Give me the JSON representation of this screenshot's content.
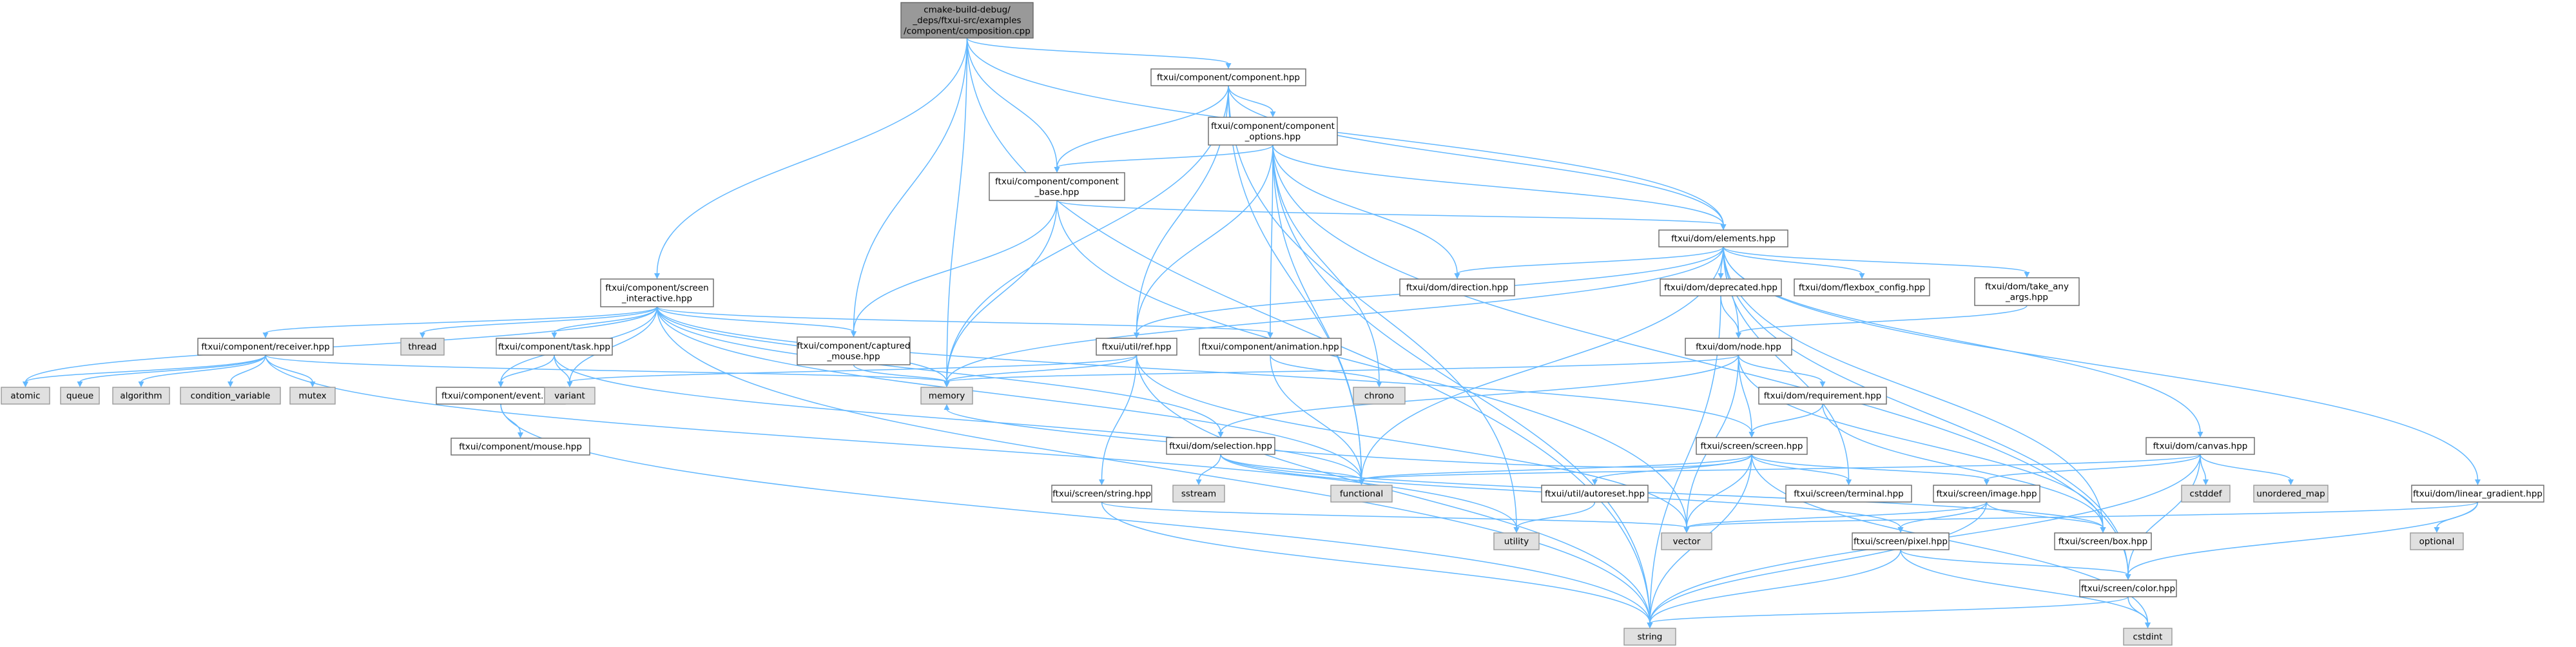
{
  "diagram": {
    "type": "include-dependency-graph",
    "colors": {
      "edge": "#63b8ff",
      "root_fill": "#999999",
      "root_stroke": "#666666",
      "node_fill": "#ffffff",
      "node_stroke": "#666666",
      "system_fill": "#e0e0e0",
      "system_stroke": "#999999"
    },
    "nodes": [
      {
        "id": "root",
        "kind": "root",
        "lines": [
          "cmake-build-debug/",
          "_deps/ftxui-src/examples",
          "/component/composition.cpp"
        ]
      },
      {
        "id": "component",
        "kind": "header",
        "lines": [
          "ftxui/component/component.hpp"
        ]
      },
      {
        "id": "component_options",
        "kind": "header",
        "lines": [
          "ftxui/component/component",
          "_options.hpp"
        ]
      },
      {
        "id": "component_base",
        "kind": "header",
        "lines": [
          "ftxui/component/component",
          "_base.hpp"
        ]
      },
      {
        "id": "elements",
        "kind": "header",
        "lines": [
          "ftxui/dom/elements.hpp"
        ]
      },
      {
        "id": "screen_interactive",
        "kind": "header",
        "lines": [
          "ftxui/component/screen",
          "_interactive.hpp"
        ]
      },
      {
        "id": "direction",
        "kind": "header",
        "lines": [
          "ftxui/dom/direction.hpp"
        ]
      },
      {
        "id": "deprecated",
        "kind": "header",
        "lines": [
          "ftxui/dom/deprecated.hpp"
        ]
      },
      {
        "id": "flexbox_config",
        "kind": "header",
        "lines": [
          "ftxui/dom/flexbox_config.hpp"
        ]
      },
      {
        "id": "take_any_args",
        "kind": "header",
        "lines": [
          "ftxui/dom/take_any",
          "_args.hpp"
        ]
      },
      {
        "id": "receiver",
        "kind": "header",
        "lines": [
          "ftxui/component/receiver.hpp"
        ]
      },
      {
        "id": "task",
        "kind": "header",
        "lines": [
          "ftxui/component/task.hpp"
        ]
      },
      {
        "id": "captured_mouse",
        "kind": "header",
        "lines": [
          "ftxui/component/captured",
          "_mouse.hpp"
        ]
      },
      {
        "id": "ref",
        "kind": "header",
        "lines": [
          "ftxui/util/ref.hpp"
        ]
      },
      {
        "id": "animation",
        "kind": "header",
        "lines": [
          "ftxui/component/animation.hpp"
        ]
      },
      {
        "id": "node",
        "kind": "header",
        "lines": [
          "ftxui/dom/node.hpp"
        ]
      },
      {
        "id": "event",
        "kind": "header",
        "lines": [
          "ftxui/component/event.hpp"
        ]
      },
      {
        "id": "mouse",
        "kind": "header",
        "lines": [
          "ftxui/component/mouse.hpp"
        ]
      },
      {
        "id": "requirement",
        "kind": "header",
        "lines": [
          "ftxui/dom/requirement.hpp"
        ]
      },
      {
        "id": "selection",
        "kind": "header",
        "lines": [
          "ftxui/dom/selection.hpp"
        ]
      },
      {
        "id": "screen",
        "kind": "header",
        "lines": [
          "ftxui/screen/screen.hpp"
        ]
      },
      {
        "id": "canvas",
        "kind": "header",
        "lines": [
          "ftxui/dom/canvas.hpp"
        ]
      },
      {
        "id": "screen_string",
        "kind": "header",
        "lines": [
          "ftxui/screen/string.hpp"
        ]
      },
      {
        "id": "autoreset",
        "kind": "header",
        "lines": [
          "ftxui/util/autoreset.hpp"
        ]
      },
      {
        "id": "terminal",
        "kind": "header",
        "lines": [
          "ftxui/screen/terminal.hpp"
        ]
      },
      {
        "id": "image",
        "kind": "header",
        "lines": [
          "ftxui/screen/image.hpp"
        ]
      },
      {
        "id": "linear_gradient",
        "kind": "header",
        "lines": [
          "ftxui/dom/linear_gradient.hpp"
        ]
      },
      {
        "id": "box",
        "kind": "header",
        "lines": [
          "ftxui/screen/box.hpp"
        ]
      },
      {
        "id": "pixel",
        "kind": "header",
        "lines": [
          "ftxui/screen/pixel.hpp"
        ]
      },
      {
        "id": "color",
        "kind": "header",
        "lines": [
          "ftxui/screen/color.hpp"
        ]
      },
      {
        "id": "atomic",
        "kind": "system",
        "lines": [
          "atomic"
        ]
      },
      {
        "id": "queue",
        "kind": "system",
        "lines": [
          "queue"
        ]
      },
      {
        "id": "algorithm",
        "kind": "system",
        "lines": [
          "algorithm"
        ]
      },
      {
        "id": "condition_variable",
        "kind": "system",
        "lines": [
          "condition_variable"
        ]
      },
      {
        "id": "mutex",
        "kind": "system",
        "lines": [
          "mutex"
        ]
      },
      {
        "id": "thread",
        "kind": "system",
        "lines": [
          "thread"
        ]
      },
      {
        "id": "variant",
        "kind": "system",
        "lines": [
          "variant"
        ]
      },
      {
        "id": "memory",
        "kind": "system",
        "lines": [
          "memory"
        ]
      },
      {
        "id": "chrono",
        "kind": "system",
        "lines": [
          "chrono"
        ]
      },
      {
        "id": "functional",
        "kind": "system",
        "lines": [
          "functional"
        ]
      },
      {
        "id": "sstream",
        "kind": "system",
        "lines": [
          "sstream"
        ]
      },
      {
        "id": "cstddef",
        "kind": "system",
        "lines": [
          "cstddef"
        ]
      },
      {
        "id": "unordered_map",
        "kind": "system",
        "lines": [
          "unordered_map"
        ]
      },
      {
        "id": "optional",
        "kind": "system",
        "lines": [
          "optional"
        ]
      },
      {
        "id": "utility",
        "kind": "system",
        "lines": [
          "utility"
        ]
      },
      {
        "id": "vector",
        "kind": "system",
        "lines": [
          "vector"
        ]
      },
      {
        "id": "string",
        "kind": "system",
        "lines": [
          "string"
        ]
      },
      {
        "id": "cstdint",
        "kind": "system",
        "lines": [
          "cstdint"
        ]
      }
    ],
    "edges": [
      [
        "root",
        "component"
      ],
      [
        "root",
        "component_base"
      ],
      [
        "root",
        "elements"
      ],
      [
        "root",
        "screen_interactive"
      ],
      [
        "root",
        "captured_mouse"
      ],
      [
        "root",
        "memory"
      ],
      [
        "root",
        "string"
      ],
      [
        "component",
        "component_options"
      ],
      [
        "component",
        "component_base"
      ],
      [
        "component",
        "elements"
      ],
      [
        "component",
        "ref"
      ],
      [
        "component",
        "memory"
      ],
      [
        "component",
        "functional"
      ],
      [
        "component",
        "utility"
      ],
      [
        "component_options",
        "component_base"
      ],
      [
        "component_options",
        "elements"
      ],
      [
        "component_options",
        "direction"
      ],
      [
        "component_options",
        "animation"
      ],
      [
        "component_options",
        "ref"
      ],
      [
        "component_options",
        "functional"
      ],
      [
        "component_options",
        "chrono"
      ],
      [
        "component_options",
        "string"
      ],
      [
        "component_options",
        "color"
      ],
      [
        "component_base",
        "elements"
      ],
      [
        "component_base",
        "captured_mouse"
      ],
      [
        "component_base",
        "memory"
      ],
      [
        "component_base",
        "vector"
      ],
      [
        "elements",
        "direction"
      ],
      [
        "elements",
        "deprecated"
      ],
      [
        "elements",
        "flexbox_config"
      ],
      [
        "elements",
        "take_any_args"
      ],
      [
        "elements",
        "canvas"
      ],
      [
        "elements",
        "linear_gradient"
      ],
      [
        "elements",
        "node"
      ],
      [
        "elements",
        "ref"
      ],
      [
        "elements",
        "terminal"
      ],
      [
        "elements",
        "color"
      ],
      [
        "elements",
        "box"
      ],
      [
        "elements",
        "memory"
      ],
      [
        "elements",
        "functional"
      ],
      [
        "screen_interactive",
        "receiver"
      ],
      [
        "screen_interactive",
        "task"
      ],
      [
        "screen_interactive",
        "captured_mouse"
      ],
      [
        "screen_interactive",
        "event"
      ],
      [
        "screen_interactive",
        "animation"
      ],
      [
        "screen_interactive",
        "selection"
      ],
      [
        "screen_interactive",
        "screen"
      ],
      [
        "screen_interactive",
        "atomic"
      ],
      [
        "screen_interactive",
        "thread"
      ],
      [
        "screen_interactive",
        "variant"
      ],
      [
        "screen_interactive",
        "memory"
      ],
      [
        "screen_interactive",
        "functional"
      ],
      [
        "screen_interactive",
        "string"
      ],
      [
        "receiver",
        "atomic"
      ],
      [
        "receiver",
        "queue"
      ],
      [
        "receiver",
        "algorithm"
      ],
      [
        "receiver",
        "condition_variable"
      ],
      [
        "receiver",
        "mutex"
      ],
      [
        "receiver",
        "memory"
      ],
      [
        "receiver",
        "utility"
      ],
      [
        "task",
        "event"
      ],
      [
        "task",
        "variant"
      ],
      [
        "task",
        "functional"
      ],
      [
        "captured_mouse",
        "memory"
      ],
      [
        "event",
        "mouse"
      ],
      [
        "event",
        "string"
      ],
      [
        "animation",
        "chrono"
      ],
      [
        "animation",
        "functional"
      ],
      [
        "ref",
        "memory"
      ],
      [
        "ref",
        "variant"
      ],
      [
        "ref",
        "string"
      ],
      [
        "ref",
        "screen_string"
      ],
      [
        "ref",
        "vector"
      ],
      [
        "deprecated",
        "node"
      ],
      [
        "deprecated",
        "string"
      ],
      [
        "take_any_args",
        "node"
      ],
      [
        "node",
        "memory"
      ],
      [
        "node",
        "vector"
      ],
      [
        "node",
        "requirement"
      ],
      [
        "node",
        "screen"
      ],
      [
        "node",
        "selection"
      ],
      [
        "node",
        "box"
      ],
      [
        "requirement",
        "screen"
      ],
      [
        "requirement",
        "box"
      ],
      [
        "selection",
        "functional"
      ],
      [
        "selection",
        "sstream"
      ],
      [
        "selection",
        "pixel"
      ],
      [
        "selection",
        "box"
      ],
      [
        "screen",
        "functional"
      ],
      [
        "screen",
        "autoreset"
      ],
      [
        "screen",
        "terminal"
      ],
      [
        "screen",
        "image"
      ],
      [
        "screen",
        "vector"
      ],
      [
        "screen",
        "string"
      ],
      [
        "screen",
        "cstdint"
      ],
      [
        "screen",
        "memory"
      ],
      [
        "canvas",
        "functional"
      ],
      [
        "canvas",
        "cstddef"
      ],
      [
        "canvas",
        "unordered_map"
      ],
      [
        "canvas",
        "image"
      ],
      [
        "canvas",
        "color"
      ],
      [
        "canvas",
        "string"
      ],
      [
        "image",
        "box"
      ],
      [
        "image",
        "pixel"
      ],
      [
        "image",
        "vector"
      ],
      [
        "image",
        "string"
      ],
      [
        "linear_gradient",
        "optional"
      ],
      [
        "linear_gradient",
        "color"
      ],
      [
        "linear_gradient",
        "vector"
      ],
      [
        "autoreset",
        "utility"
      ],
      [
        "screen_string",
        "string"
      ],
      [
        "screen_string",
        "vector"
      ],
      [
        "pixel",
        "color"
      ],
      [
        "pixel",
        "string"
      ],
      [
        "pixel",
        "cstdint"
      ],
      [
        "color",
        "cstdint"
      ],
      [
        "color",
        "string"
      ]
    ]
  }
}
